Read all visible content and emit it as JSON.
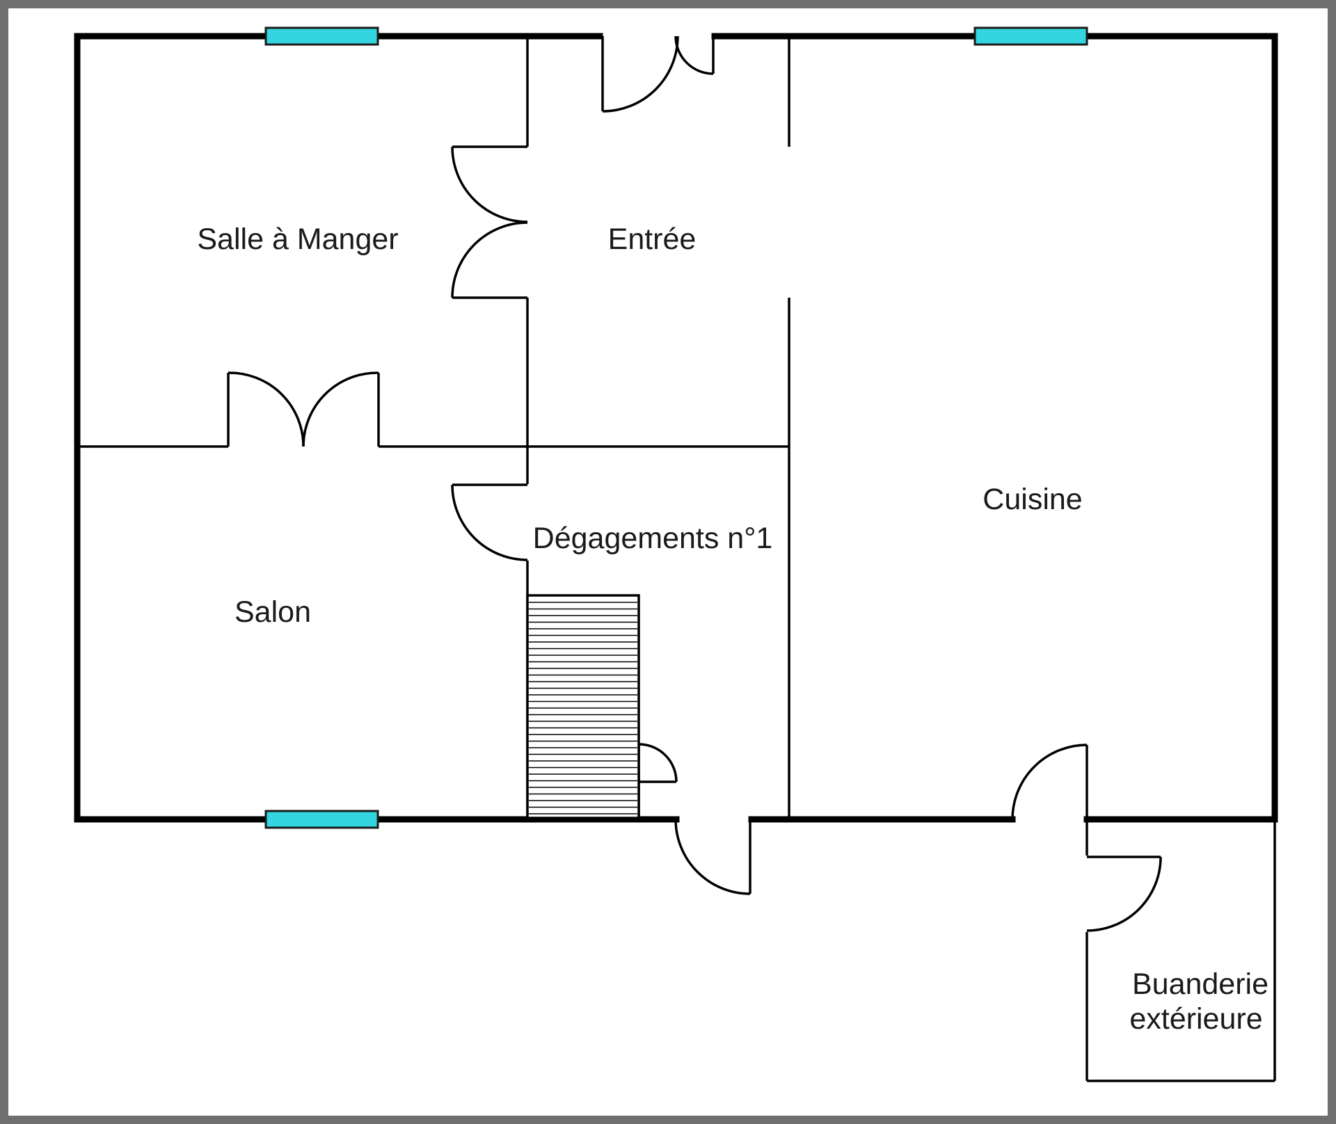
{
  "rooms": {
    "salle_a_manger": "Salle à Manger",
    "entree": "Entrée",
    "cuisine": "Cuisine",
    "degagements": "Dégagements n°1",
    "salon": "Salon",
    "buanderie_line1": "Buanderie",
    "buanderie_line2": "extérieure"
  },
  "colors": {
    "frame": "#6f6f6f",
    "wall": "#000000",
    "window": "#33d6e0",
    "background": "#ffffff"
  },
  "icons": {
    "window": "window-symbol",
    "door": "door-swing-symbol",
    "stairs": "staircase-symbol"
  }
}
